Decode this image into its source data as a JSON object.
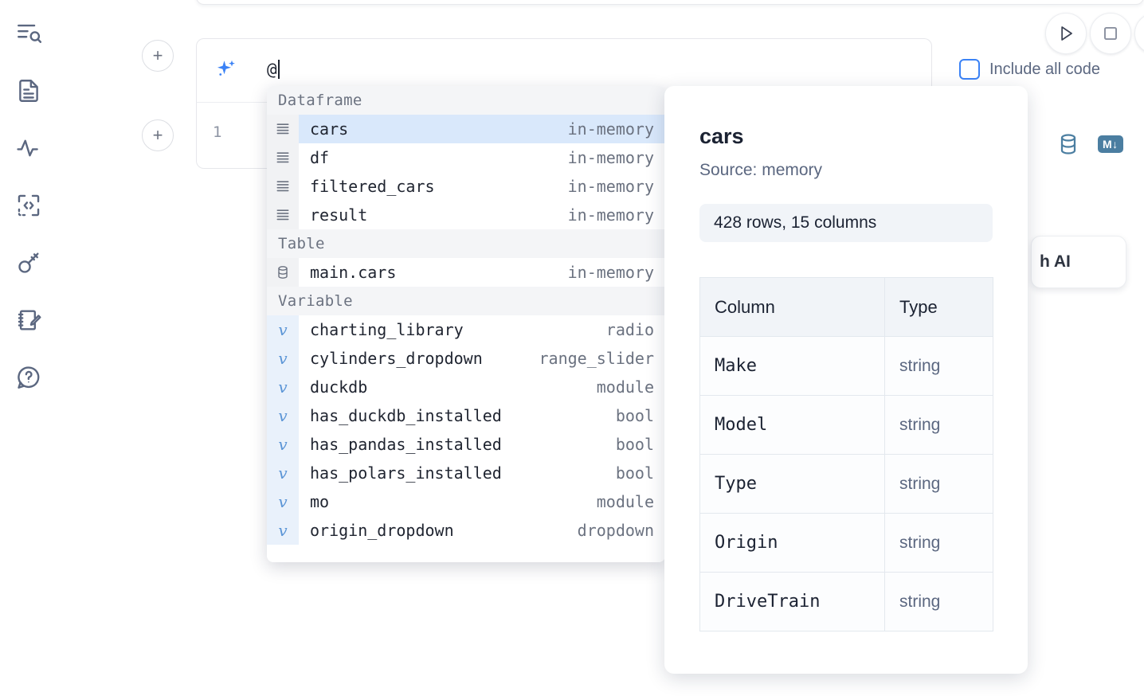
{
  "app": {
    "rail_icons": [
      {
        "name": "file-search-icon",
        "label": "Explore files"
      },
      {
        "name": "document-icon",
        "label": "Notebook"
      },
      {
        "name": "activity-icon",
        "label": "Activity"
      },
      {
        "name": "code-snippet-icon",
        "label": "Snippets"
      },
      {
        "name": "key-icon",
        "label": "Secrets"
      },
      {
        "name": "scratchpad-icon",
        "label": "Scratchpad"
      },
      {
        "name": "help-chat-icon",
        "label": "Help"
      }
    ]
  },
  "toolbar": {
    "run_label": "Run",
    "stop_label": "Stop",
    "include_all_code_label": "Include all code",
    "include_all_code_checked": false,
    "add_cell_label": "+",
    "database_icon": "database-icon",
    "markdown_badge": "M",
    "markdown_arrow": "↓"
  },
  "ai_cell": {
    "icon": "sparkle-ai-icon",
    "value": "@",
    "line_number": "1"
  },
  "ai_card": {
    "text": "h AI"
  },
  "autocomplete": {
    "groups": [
      {
        "label": "Dataframe",
        "items": [
          {
            "icon": "dataframe-icon",
            "name": "cars",
            "type": "in-memory",
            "selected": true
          },
          {
            "icon": "dataframe-icon",
            "name": "df",
            "type": "in-memory",
            "selected": false
          },
          {
            "icon": "dataframe-icon",
            "name": "filtered_cars",
            "type": "in-memory",
            "selected": false
          },
          {
            "icon": "dataframe-icon",
            "name": "result",
            "type": "in-memory",
            "selected": false
          }
        ]
      },
      {
        "label": "Table",
        "items": [
          {
            "icon": "table-icon",
            "name": "main.cars",
            "type": "in-memory",
            "selected": false
          }
        ]
      },
      {
        "label": "Variable",
        "items": [
          {
            "icon": "variable-icon",
            "name": "charting_library",
            "type": "radio",
            "selected": false
          },
          {
            "icon": "variable-icon",
            "name": "cylinders_dropdown",
            "type": "range_slider",
            "selected": false
          },
          {
            "icon": "variable-icon",
            "name": "duckdb",
            "type": "module",
            "selected": false
          },
          {
            "icon": "variable-icon",
            "name": "has_duckdb_installed",
            "type": "bool",
            "selected": false
          },
          {
            "icon": "variable-icon",
            "name": "has_pandas_installed",
            "type": "bool",
            "selected": false
          },
          {
            "icon": "variable-icon",
            "name": "has_polars_installed",
            "type": "bool",
            "selected": false
          },
          {
            "icon": "variable-icon",
            "name": "mo",
            "type": "module",
            "selected": false
          },
          {
            "icon": "variable-icon",
            "name": "origin_dropdown",
            "type": "dropdown",
            "selected": false
          }
        ]
      }
    ]
  },
  "detail": {
    "title": "cars",
    "source": "Source: memory",
    "shape": "428 rows, 15 columns",
    "headers": [
      "Column",
      "Type"
    ],
    "rows": [
      {
        "column": "Make",
        "type": "string"
      },
      {
        "column": "Model",
        "type": "string"
      },
      {
        "column": "Type",
        "type": "string"
      },
      {
        "column": "Origin",
        "type": "string"
      },
      {
        "column": "DriveTrain",
        "type": "string"
      }
    ]
  },
  "colors": {
    "accent_blue": "#3b82f6",
    "selection_blue": "#d9e8fb",
    "tool_blue": "#4b7ea1",
    "muted_text": "#6b7280",
    "dark_text": "#1b2232"
  }
}
